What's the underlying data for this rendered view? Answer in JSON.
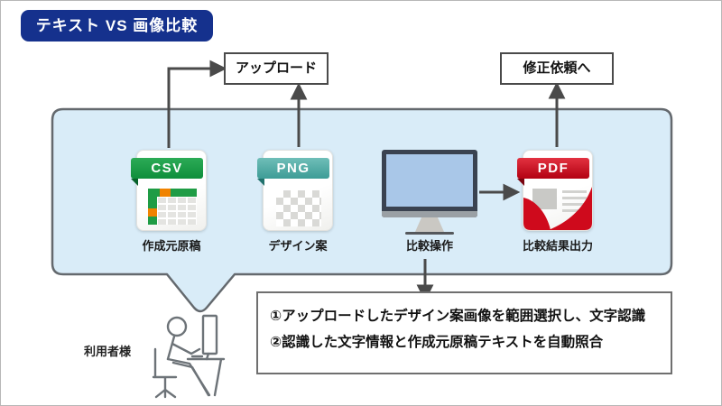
{
  "title": "テキスト VS 画像比較",
  "boxes": {
    "upload": "アップロード",
    "revision": "修正依頼へ"
  },
  "flow": {
    "items": [
      {
        "badge": "CSV",
        "label": "作成元原稿"
      },
      {
        "badge": "PNG",
        "label": "デザイン案"
      },
      {
        "badge": "",
        "label": "比較操作"
      },
      {
        "badge": "PDF",
        "label": "比較結果出力"
      }
    ],
    "user_label": "利用者様"
  },
  "steps": {
    "line1": "①アップロードしたデザイン案画像を範囲選択し、文字認識",
    "line2": "②認識した文字情報と作成元原稿テキストを自動照合"
  },
  "colors": {
    "badge_bg": "#15318d",
    "bubble_fill": "#d9ecf8",
    "bubble_border": "#64696e",
    "csv_green": "#13983f",
    "csv_orange": "#f08300",
    "png_teal": "#4ba59f",
    "pdf_red": "#cc0617",
    "arrow": "#4a4a4a"
  }
}
